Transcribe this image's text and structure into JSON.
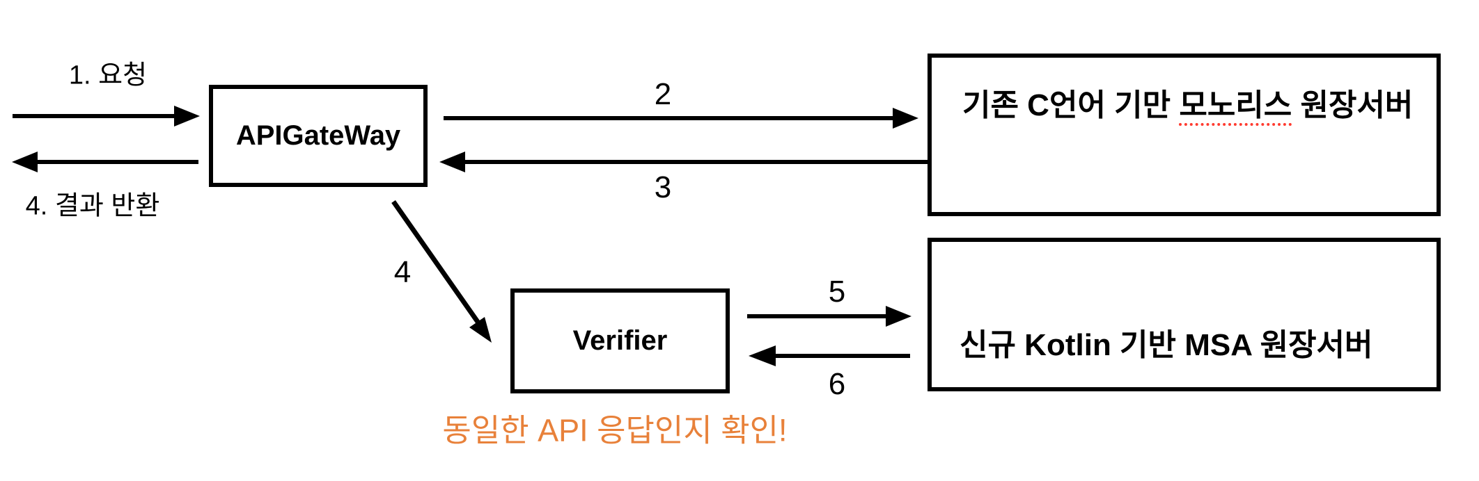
{
  "colors": {
    "diagram_line": "#000000",
    "box_background": "#FFFFFF",
    "note_orange": "#E8813A",
    "spellcheck_underline_red": "#FF3B30"
  },
  "nodes": {
    "api_gateway": {
      "label": "APIGateWay"
    },
    "verifier": {
      "label": "Verifier"
    },
    "legacy_server": {
      "label_prefix": "기존 C언어 기만 ",
      "label_underlined": "모노리스",
      "label_suffix": " 원장서버"
    },
    "msa_server": {
      "label": "신규 Kotlin 기반 MSA 원장서버"
    }
  },
  "edge_labels": {
    "request": "1. 요청",
    "result_return": "4. 결과 반환",
    "step2": "2",
    "step3": "3",
    "step4": "4",
    "step5": "5",
    "step6": "6"
  },
  "annotation": {
    "verify_note": "동일한 API 응답인지 확인!"
  }
}
